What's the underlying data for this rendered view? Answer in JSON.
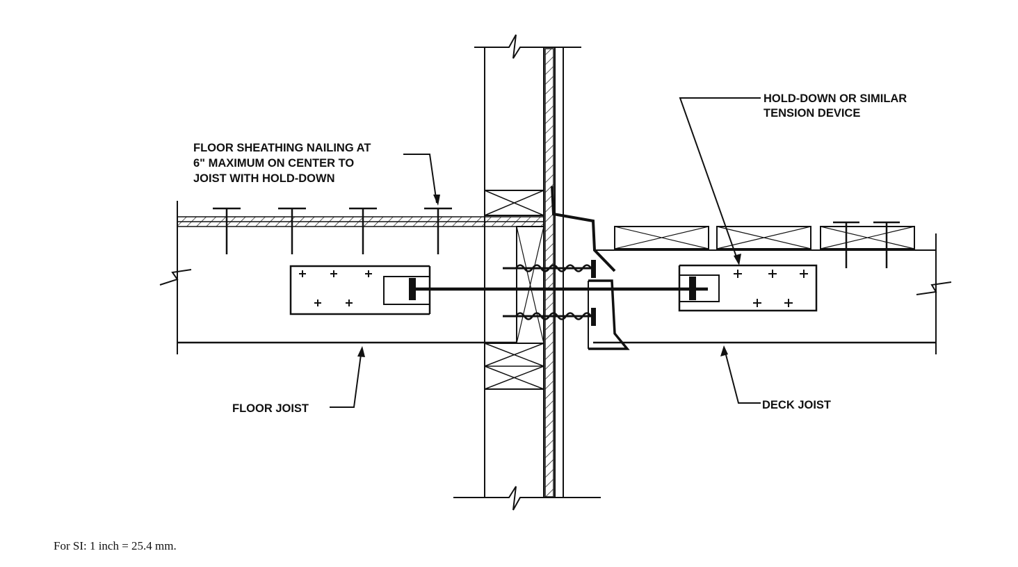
{
  "labels": {
    "sheathing": [
      "FLOOR SHEATHING NAILING AT",
      "6\" MAXIMUM ON CENTER TO",
      "JOIST WITH HOLD-DOWN"
    ],
    "holddown": [
      "HOLD-DOWN OR SIMILAR",
      "TENSION DEVICE"
    ],
    "floor_joist": "FLOOR JOIST",
    "deck_joist": "DECK JOIST"
  },
  "footnote": "For SI: 1 inch = 25.4 mm."
}
